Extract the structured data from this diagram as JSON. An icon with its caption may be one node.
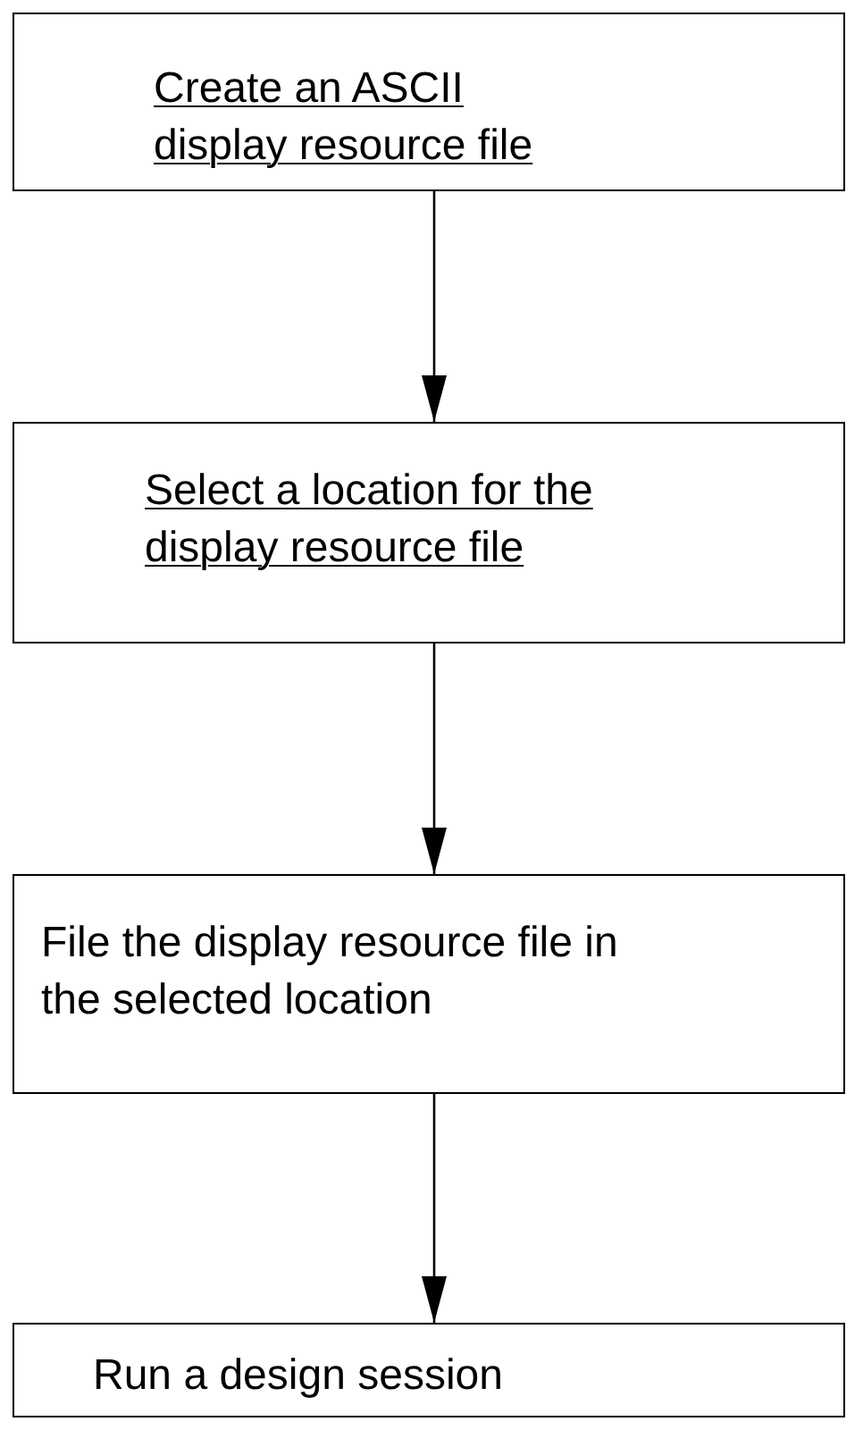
{
  "diagram": {
    "nodes": [
      {
        "text": [
          "Create an ASCII display resource file"
        ]
      },
      {
        "text": [
          "Select a location for the display resource file"
        ]
      },
      {
        "text": [
          "File the display resource file in the selected location"
        ]
      },
      {
        "text": [
          "Run a design session"
        ]
      }
    ],
    "edges": [
      {
        "from": 0,
        "to": 1,
        "arrow": "to"
      },
      {
        "from": 1,
        "to": 2,
        "arrow": "to"
      },
      {
        "from": 2,
        "to": 3,
        "arrow": "to"
      }
    ]
  }
}
